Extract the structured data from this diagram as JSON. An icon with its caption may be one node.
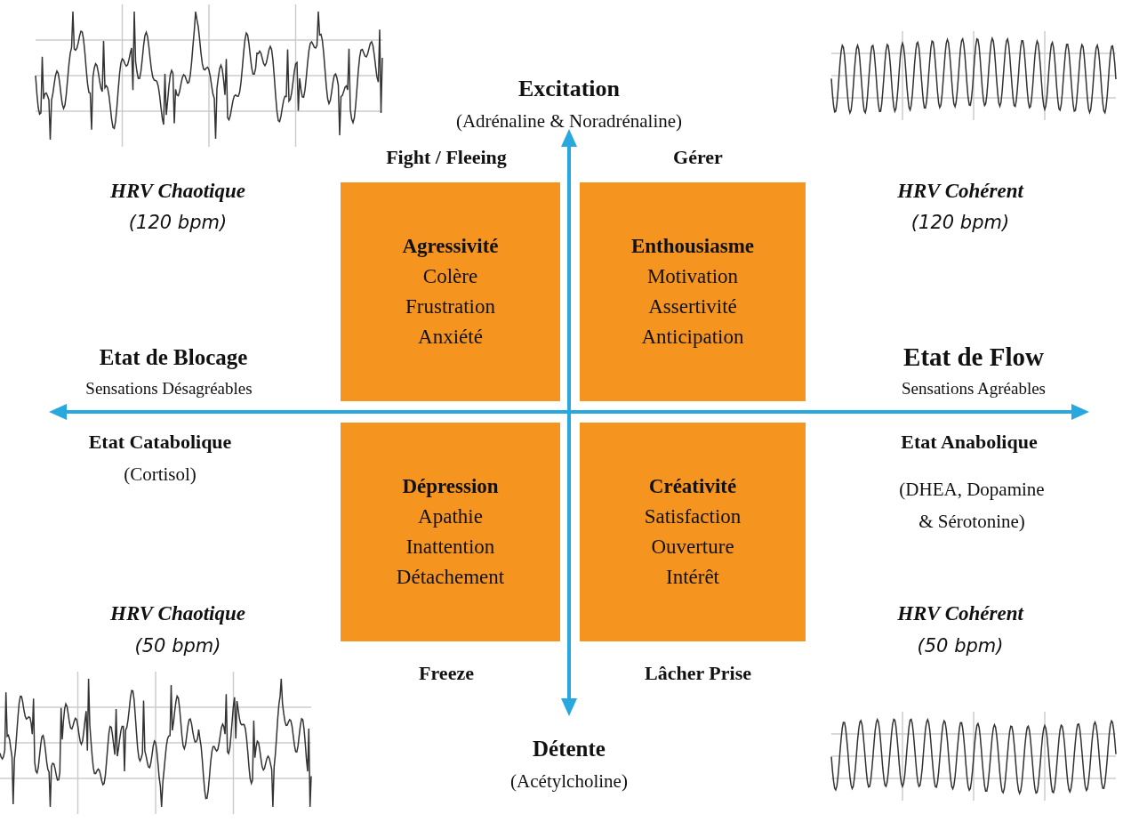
{
  "diagram": {
    "nodes": [
      {
        "text": [
          "Agressivité",
          "Colère",
          "Frustration",
          "Anxiété"
        ]
      },
      {
        "text": [
          "Enthousiasme",
          "Motivation",
          "Assertivité",
          "Anticipation"
        ]
      },
      {
        "text": [
          "Dépression",
          "Apathie",
          "Inattention",
          "Détachement"
        ]
      },
      {
        "text": [
          "Créativité",
          "Satisfaction",
          "Ouverture",
          "Intérêt"
        ]
      }
    ],
    "labels": [
      "Excitation",
      "(Adrénaline & Noradrénaline)",
      "Fight / Fleeing",
      "Gérer",
      "HRV Chaotique",
      "(120 bpm)",
      "HRV Cohérent",
      "(120 bpm)",
      "Etat de Blocage",
      "Sensations Désagréables",
      "Etat de Flow",
      "Sensations Agréables",
      "Etat Catabolique",
      "(Cortisol)",
      "Etat Anabolique",
      "(DHEA, Dopamine & Sérotonine)",
      "HRV Chaotique",
      "(50 bpm)",
      "HRV Cohérent",
      "(50 bpm)",
      "Freeze",
      "Lâcher Prise",
      "Détente",
      "(Acétylcholine)"
    ]
  }
}
